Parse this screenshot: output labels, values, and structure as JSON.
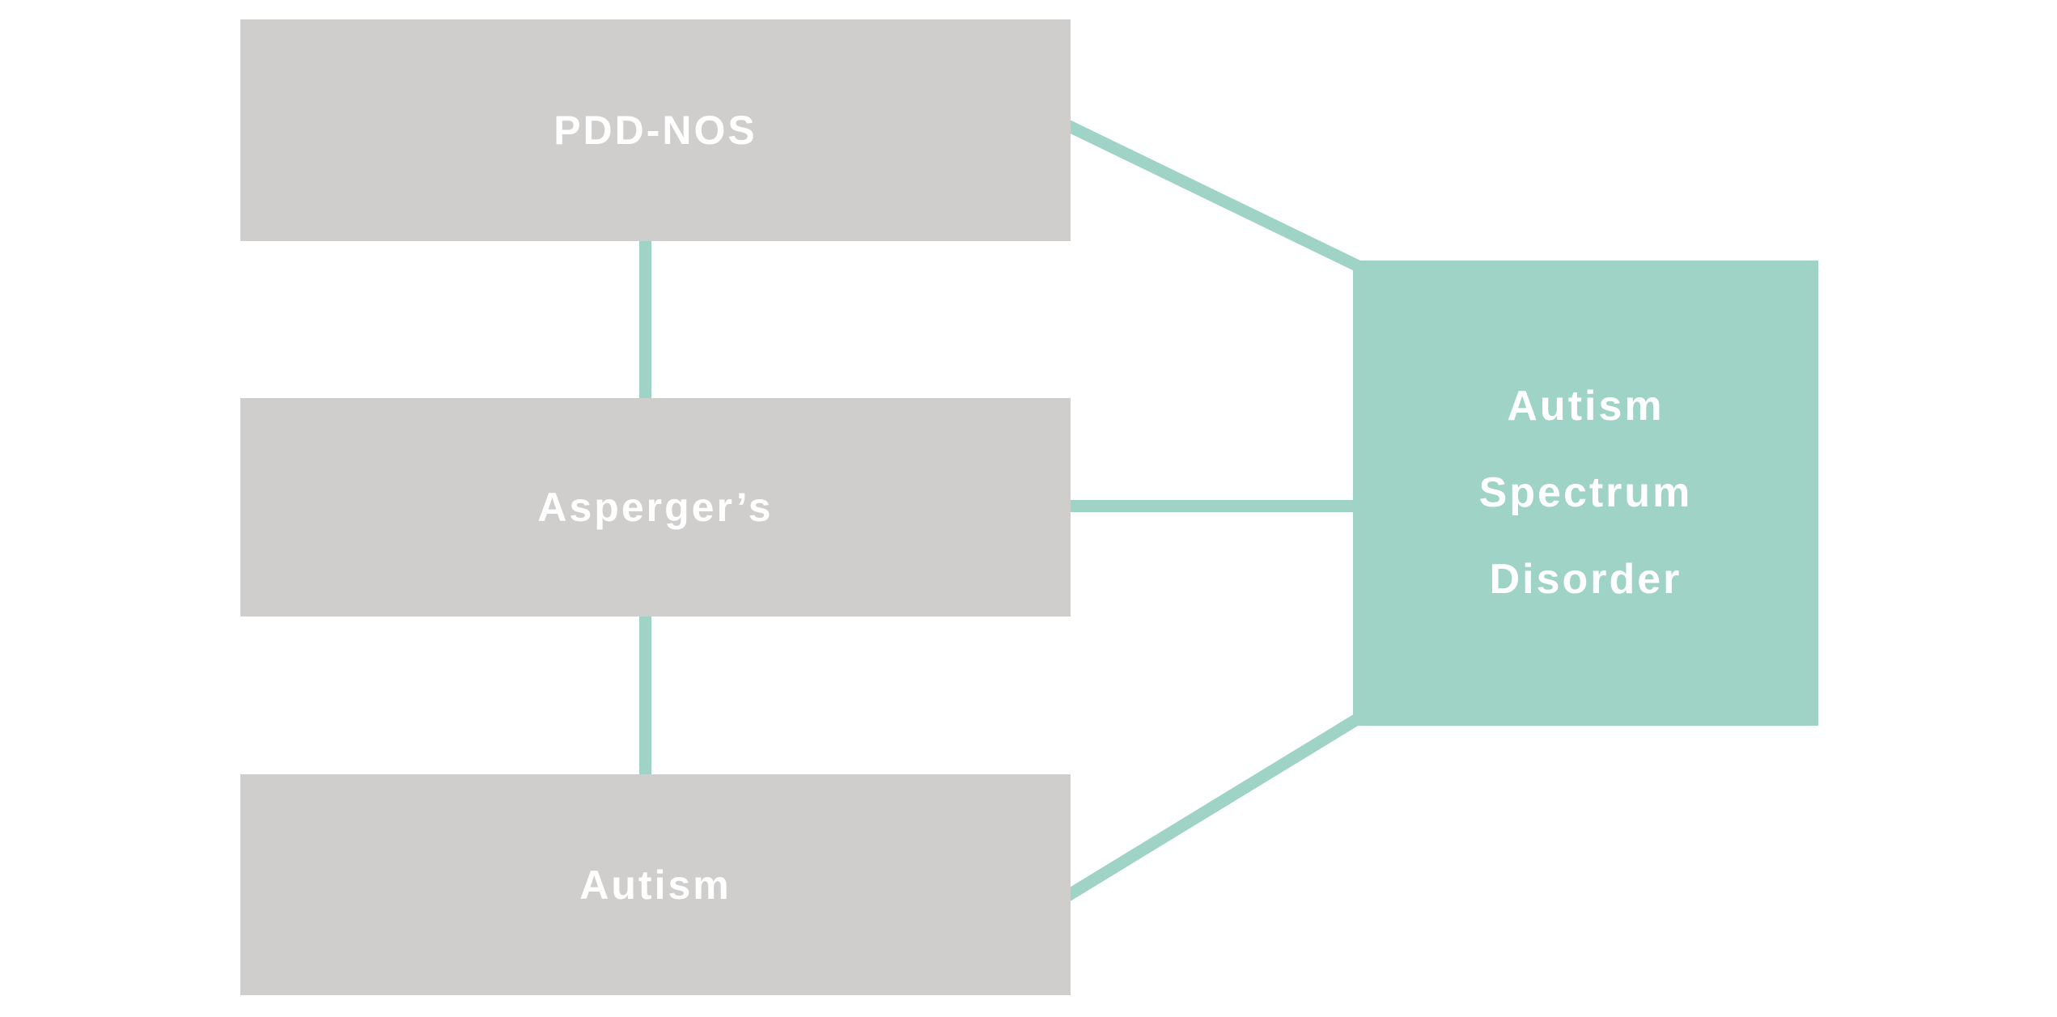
{
  "diagram": {
    "colors": {
      "background": "#ffffff",
      "gray_box": "#cfcecd",
      "teal_box": "#9ed3c6",
      "connector": "#9ed3c6",
      "label_text": "#ffffff"
    },
    "gray_boxes": [
      {
        "id": "pdd-nos",
        "label": "PDD-NOS"
      },
      {
        "id": "aspergers",
        "label": "Asperger’s"
      },
      {
        "id": "autism",
        "label": "Autism"
      }
    ],
    "asd_box": {
      "id": "autism-spectrum-disorder",
      "label": "Autism Spectrum Disorder",
      "lines": [
        "Autism",
        "Spectrum",
        "Disorder"
      ]
    },
    "connections": [
      {
        "from": "PDD-NOS",
        "to": "Asperger’s",
        "type": "vertical"
      },
      {
        "from": "Asperger’s",
        "to": "Autism",
        "type": "vertical"
      },
      {
        "from": "PDD-NOS",
        "to": "Autism Spectrum Disorder",
        "type": "diagonal"
      },
      {
        "from": "Asperger’s",
        "to": "Autism Spectrum Disorder",
        "type": "horizontal"
      },
      {
        "from": "Autism",
        "to": "Autism Spectrum Disorder",
        "type": "diagonal"
      }
    ]
  }
}
